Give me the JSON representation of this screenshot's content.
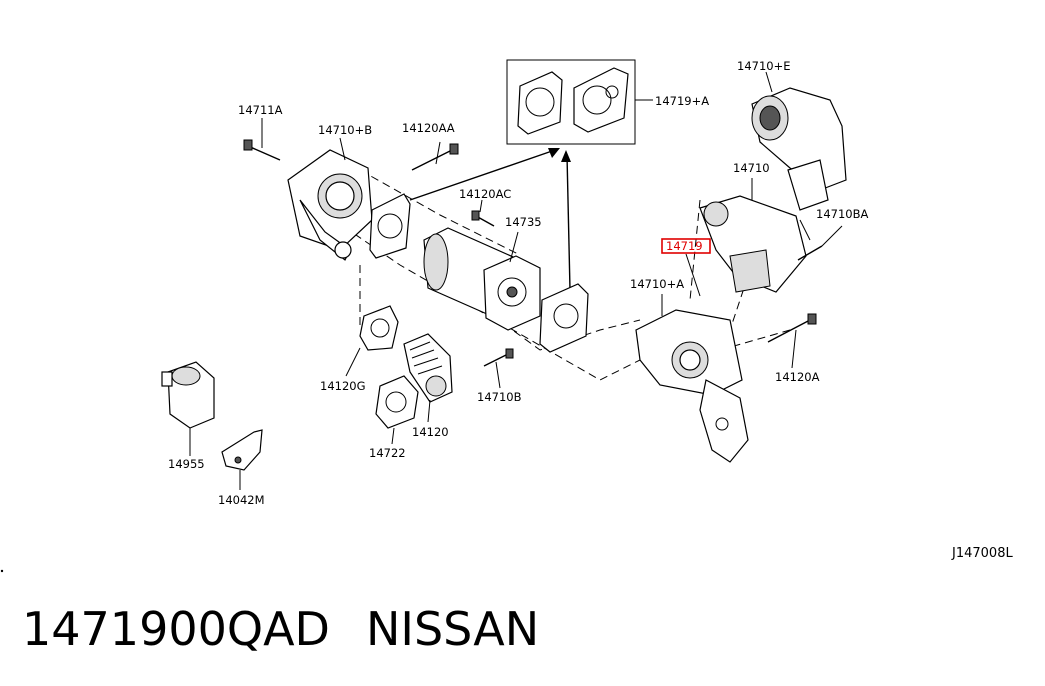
{
  "diagram": {
    "drawing_code": "J147008L",
    "highlight_color": "#e00000",
    "labels": {
      "p14711A": "14711A",
      "p14710B": "14710+B",
      "p14120AA": "14120AA",
      "p14719A": "14719+A",
      "p14710E": "14710+E",
      "p14710": "14710",
      "p14710BA": "14710BA",
      "p14120AC": "14120AC",
      "p14735": "14735",
      "p14719": "14719",
      "p14710A": "14710+A",
      "p14120A": "14120A",
      "p14120G": "14120G",
      "p14710Bbolt": "14710B",
      "p14120": "14120",
      "p14722": "14722",
      "p14955": "14955",
      "p14042M": "14042M"
    }
  },
  "footer": {
    "part_number": "1471900QAD",
    "brand": "NISSAN"
  }
}
